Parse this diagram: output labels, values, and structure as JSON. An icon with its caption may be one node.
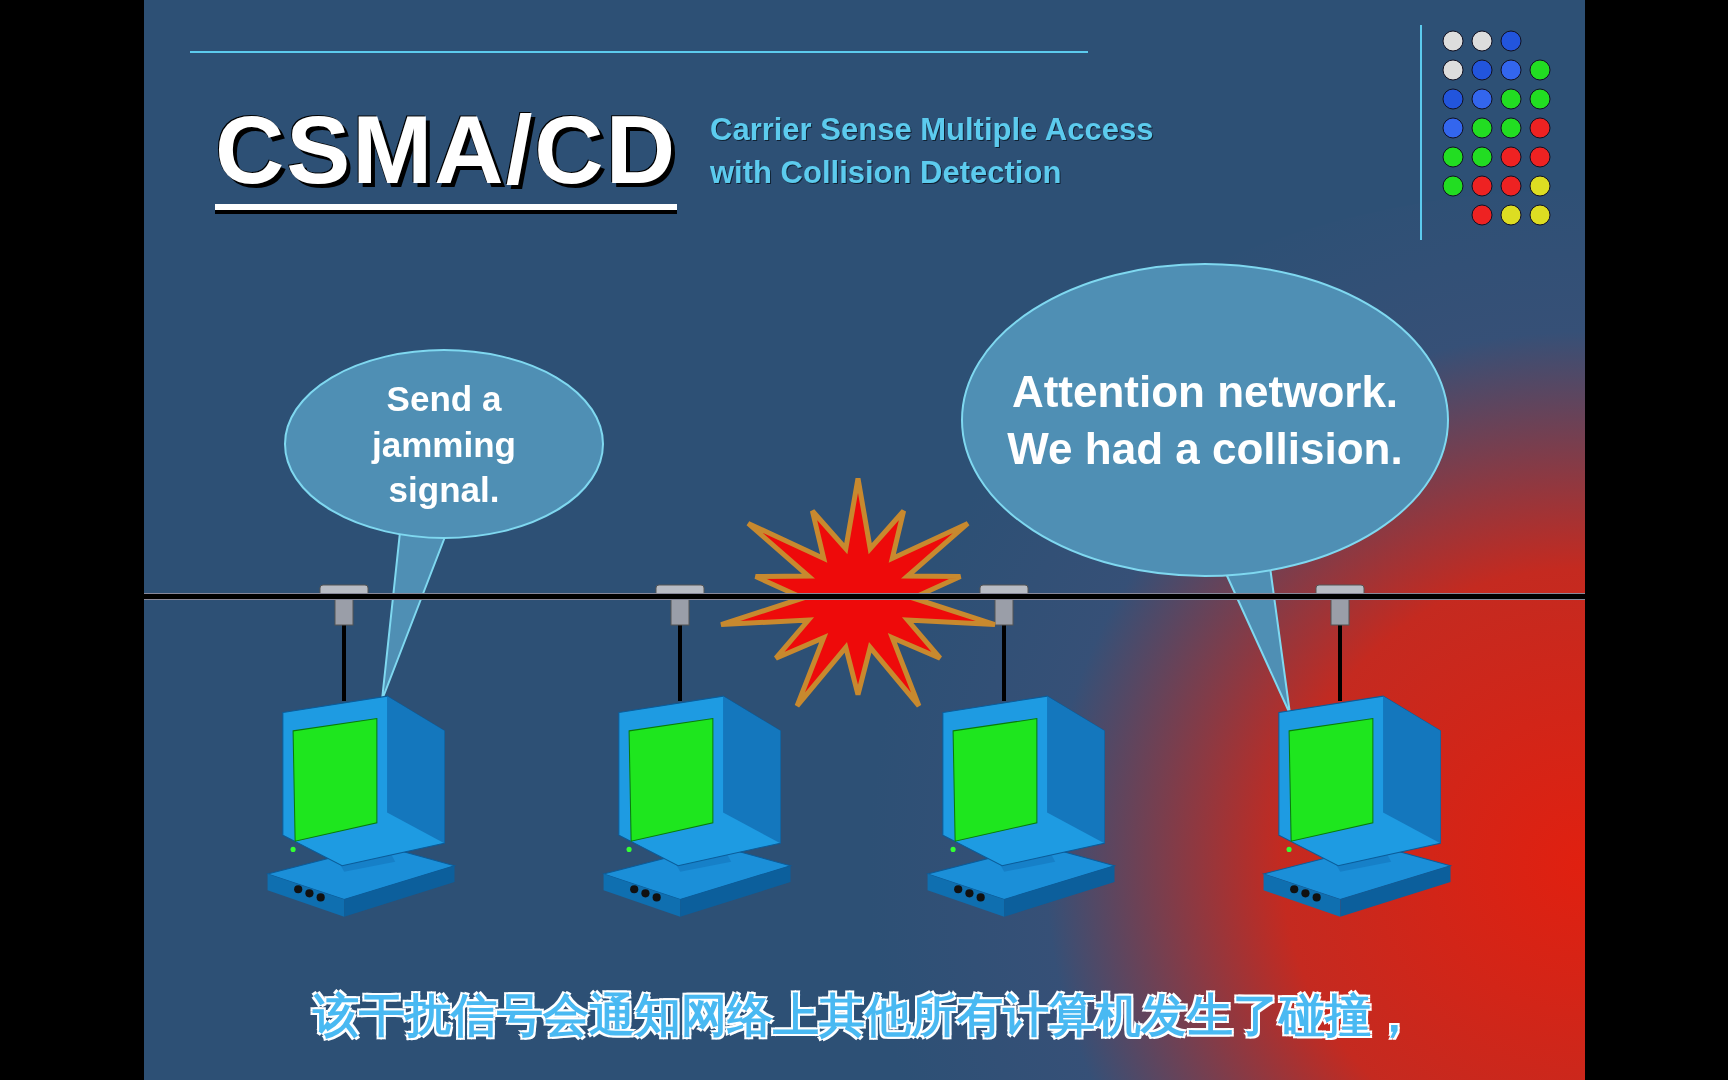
{
  "diagram": {
    "title": "CSMA/CD",
    "caption": "该干扰信号会通知网络上其他所有计算机发生了碰撞，",
    "nodes": [
      {
        "text": [
          "Send a jamming signal."
        ]
      },
      {
        "text": [
          "Attention network. We had a collision."
        ]
      },
      {
        "text": [],
        "shape": "bar"
      },
      {
        "text": [],
        "shape": "picture"
      },
      {
        "text": [],
        "shape": "picture"
      },
      {
        "text": [],
        "shape": "picture"
      },
      {
        "text": [],
        "shape": "picture"
      }
    ],
    "edges": [
      {
        "from": 0,
        "to": 3,
        "arrow": "none"
      },
      {
        "from": 1,
        "to": 6,
        "arrow": "none"
      },
      {
        "from": 2,
        "to": 3,
        "arrow": "none"
      },
      {
        "from": 2,
        "to": 4,
        "arrow": "none"
      },
      {
        "from": 2,
        "to": 5,
        "arrow": "none"
      },
      {
        "from": 2,
        "to": 6,
        "arrow": "none"
      }
    ],
    "labels": [
      "Carrier Sense Multiple Access with Collision Detection"
    ]
  }
}
